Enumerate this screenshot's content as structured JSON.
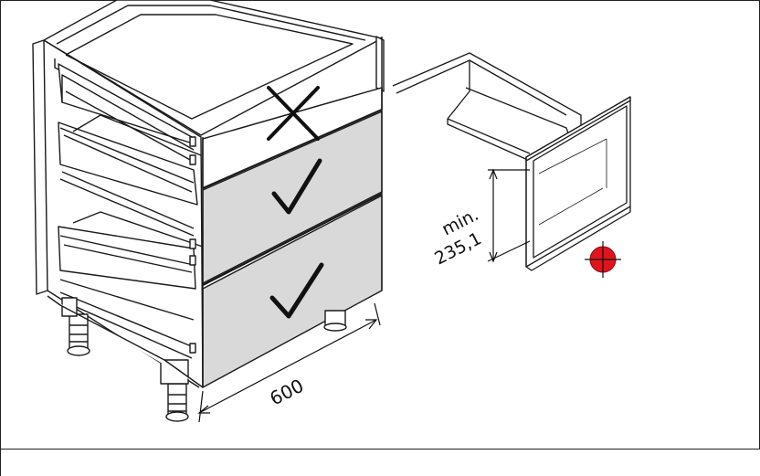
{
  "labels": {
    "width_dimension": "600",
    "min_label": "min.",
    "min_height_value": "235,1"
  },
  "marks": {
    "top_drawer": "not-allowed",
    "middle_drawer": "allowed",
    "bottom_drawer": "allowed"
  },
  "icons": {
    "not_allowed": "cross-icon",
    "allowed": "check-icon",
    "target": "crosshair-target-icon"
  },
  "colors": {
    "front_panel_gray": "#d9d9d9",
    "line": "#1a1a1a",
    "target_red": "#e0141e"
  }
}
